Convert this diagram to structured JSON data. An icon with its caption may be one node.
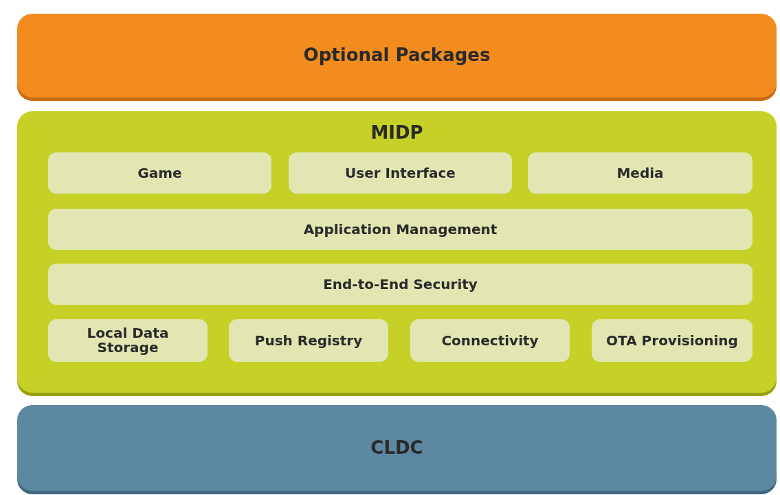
{
  "diagram": {
    "nodes": [
      {
        "text": [
          "Optional Packages"
        ]
      },
      {
        "text": [
          "MIDP"
        ]
      },
      {
        "text": [
          "Game"
        ],
        "in": 1
      },
      {
        "text": [
          "User Interface"
        ],
        "in": 1
      },
      {
        "text": [
          "Media"
        ],
        "in": 1
      },
      {
        "text": [
          "Application Management"
        ],
        "in": 1
      },
      {
        "text": [
          "End-to-End Security"
        ],
        "in": 1
      },
      {
        "text": [
          "Local Data Storage"
        ],
        "in": 1
      },
      {
        "text": [
          "Push Registry"
        ],
        "in": 1
      },
      {
        "text": [
          "Connectivity"
        ],
        "in": 1
      },
      {
        "text": [
          "OTA Provisioning"
        ],
        "in": 1
      },
      {
        "text": [
          "CLDC"
        ]
      }
    ]
  }
}
